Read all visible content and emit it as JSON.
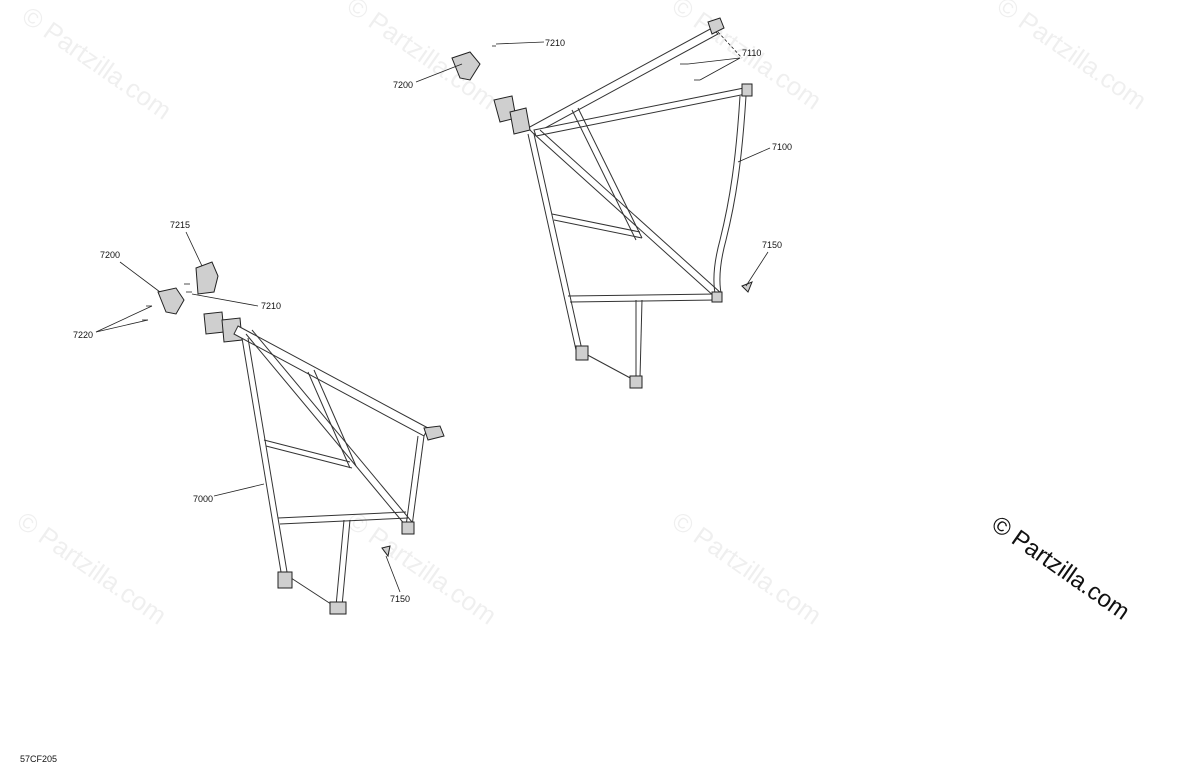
{
  "watermark": {
    "text": "© Partzilla.com"
  },
  "callouts": {
    "rear_net_7210": "7210",
    "rear_net_7200": "7200",
    "rear_net_7110": "7110",
    "rear_net_7100": "7100",
    "rear_net_7150": "7150",
    "front_net_7215": "7215",
    "front_net_7200": "7200",
    "front_net_7210": "7210",
    "front_net_7220": "7220",
    "front_net_7000": "7000",
    "front_net_7150": "7150"
  },
  "diagram_code": "57CF205"
}
